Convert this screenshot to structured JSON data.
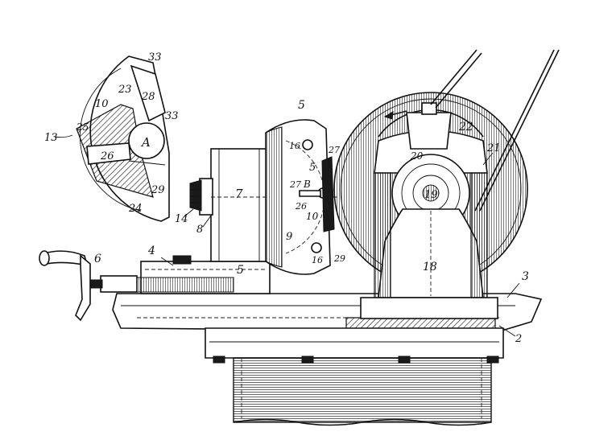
{
  "figure": {
    "labels": {
      "l33a": "33",
      "l33b": "33",
      "l23": "23",
      "l28": "28",
      "l10a": "10",
      "l13": "13",
      "l25": "25",
      "lA": "A",
      "l26": "26",
      "l29a": "29",
      "l24": "24",
      "l5a": "5",
      "l16a": "16",
      "l27a": "27",
      "l5b": "5",
      "l27b": "27",
      "lB": "B",
      "l26b": "26",
      "l10b": "10",
      "l9": "9",
      "l16b": "16",
      "l29b": "29",
      "l7": "7",
      "l14": "14",
      "l8": "8",
      "l22": "22",
      "l20": "20",
      "l21": "21",
      "l19": "19",
      "l18": "18",
      "l4": "4",
      "l6": "6",
      "l5c": "5",
      "l3": "3",
      "l2": "2"
    }
  }
}
